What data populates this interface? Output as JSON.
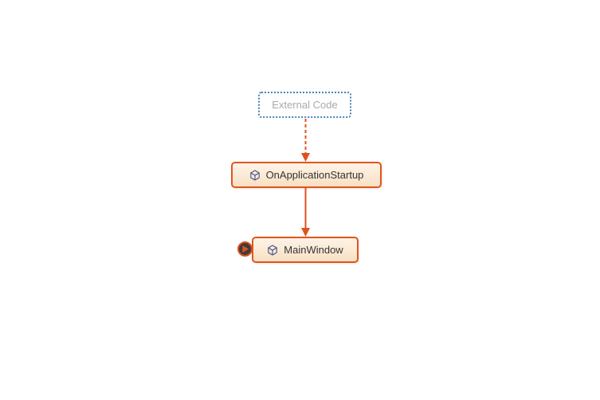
{
  "diagram": {
    "type": "code-map-call-graph",
    "nodes": [
      {
        "id": "external-code",
        "label": "External Code",
        "kind": "external-group"
      },
      {
        "id": "on-application-startup",
        "label": "OnApplicationStartup",
        "kind": "method",
        "icon": "method-cube-icon"
      },
      {
        "id": "main-window",
        "label": "MainWindow",
        "kind": "method",
        "icon": "method-cube-icon",
        "badge": "center-node-badge"
      }
    ],
    "edges": [
      {
        "from": "External Code",
        "to": "OnApplicationStartup",
        "style": "dashed",
        "direction": "down"
      },
      {
        "from": "OnApplicationStartup",
        "to": "MainWindow",
        "style": "solid",
        "direction": "down"
      }
    ],
    "colors": {
      "background": "#ffffff",
      "node_border": "#e0551e",
      "node_fill_top": "#fdf3e6",
      "node_fill_bottom": "#f9dfc3",
      "node_text": "#333333",
      "external_border": "#4e81b5",
      "external_text": "#a9a9a9",
      "edge": "#e0521c",
      "method_icon": "#45518e",
      "badge_fill": "#3c3c3c",
      "badge_ring": "#d8511c"
    }
  }
}
